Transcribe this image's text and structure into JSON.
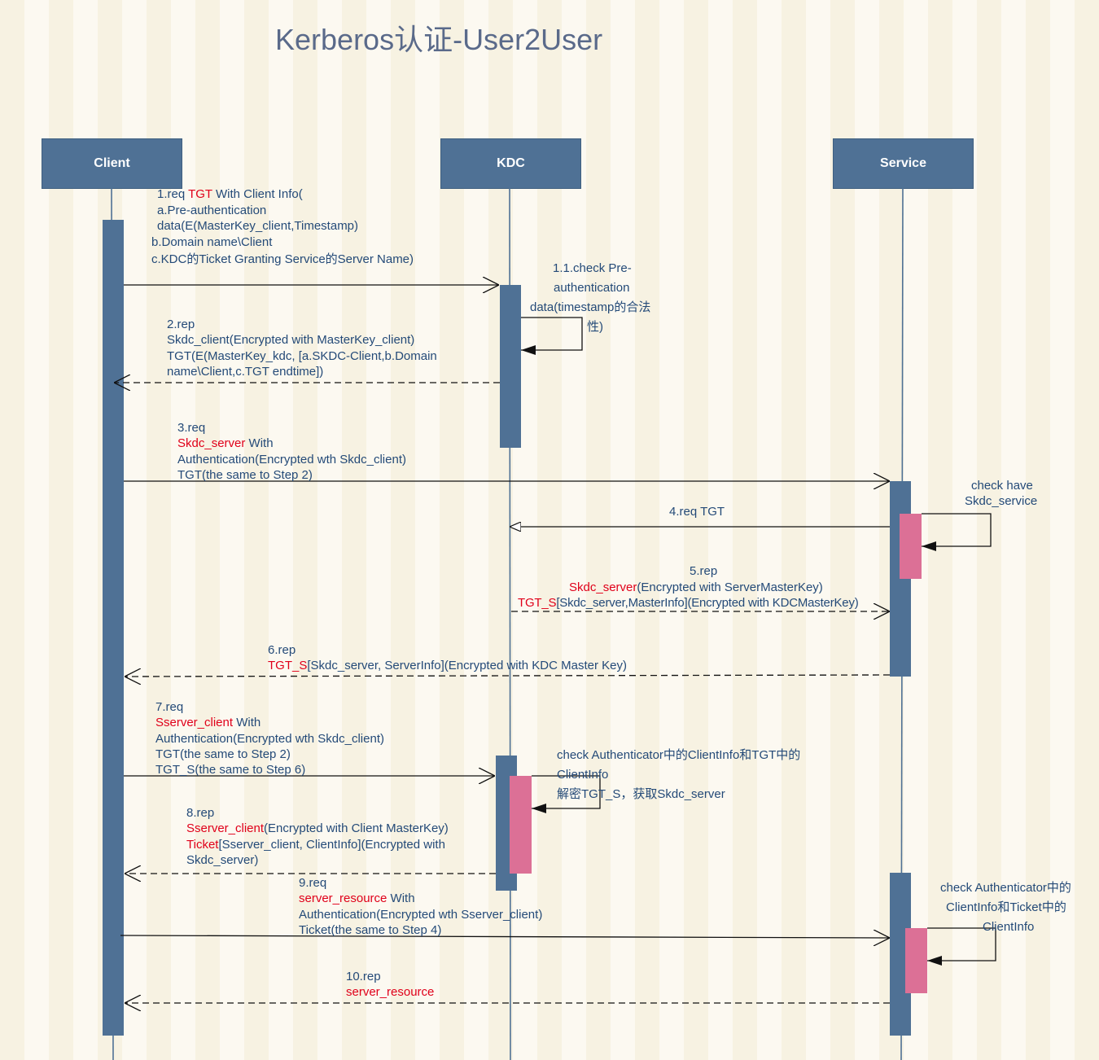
{
  "title": "Kerberos认证-User2User",
  "actors": {
    "client": "Client",
    "kdc": "KDC",
    "service": "Service"
  },
  "messages": {
    "m1": {
      "num": "1.req ",
      "hl": "TGT",
      "rest": " With Client Info(",
      "line2": "a.Pre-authentication",
      "line3": "data(E(MasterKey_client,Timestamp)",
      "line4": "b.Domain name\\Client",
      "line5": "c.KDC的Ticket Granting Service的Server Name)"
    },
    "m1_1": {
      "line1": "1.1.check Pre-",
      "line2": "authentication",
      "line3": "data(timestamp的合法",
      "line4": "性)"
    },
    "m2": {
      "line1": "2.rep",
      "line2": "Skdc_client(Encrypted with MasterKey_client)",
      "line3": "TGT(E(MasterKey_kdc, [a.SKDC-Client,b.Domain",
      "line4": "name\\Client,c.TGT endtime])"
    },
    "m3": {
      "line1": "3.req",
      "hl": "Skdc_server",
      "rest": " With",
      "line3": "Authentication(Encrypted wth Skdc_client)",
      "line4": "TGT(the same to Step 2)"
    },
    "check_service": {
      "line1": "check have",
      "line2": "Skdc_service"
    },
    "m4": {
      "label": "4.req TGT"
    },
    "m5": {
      "line1": "5.rep",
      "hl1": "Skdc_server",
      "rest1": "(Encrypted with ServerMasterKey)",
      "hl2": "TGT_S",
      "rest2": "[Skdc_server,MasterInfo](Encrypted with KDCMasterKey)"
    },
    "m6": {
      "line1": "6.rep",
      "hl": "TGT_S",
      "rest": "[Skdc_server, ServerInfo](Encrypted with KDC Master Key)"
    },
    "m7": {
      "line1": "7.req",
      "hl": "Sserver_client",
      "rest": " With",
      "line3": "Authentication(Encrypted wth Skdc_client)",
      "line4": "TGT(the same to Step 2)",
      "line5": "TGT_S(the same to Step 6)"
    },
    "check_kdc": {
      "line1": "check Authenticator中的ClientInfo和TGT中的",
      "line2": "ClientInfo",
      "line3": "解密TGT_S，获取Skdc_server"
    },
    "m8": {
      "line1": "8.rep",
      "hl1": "Sserver_client",
      "rest1": "(Encrypted with Client MasterKey)",
      "hl2": "Ticket",
      "rest2": "[Sserver_client, ClientInfo](Encrypted with",
      "line4": "Skdc_server)"
    },
    "m9": {
      "line1": "9.req",
      "hl": "server_resource",
      "rest": " With",
      "line3": "Authentication(Encrypted wth Sserver_client)",
      "line4": "Ticket(the same to Step 4)"
    },
    "check_service2": {
      "line1": "check Authenticator中的",
      "line2": "ClientInfo和Ticket中的",
      "line3": "ClientInfo"
    },
    "m10": {
      "line1": "10.rep",
      "hl": "server_resource"
    }
  },
  "colors": {
    "actor_fill": "#4f7195",
    "activation": "#4f7195",
    "nested_activation": "#dc7096",
    "label_text": "#244a78",
    "highlight_text": "#e0001a"
  }
}
